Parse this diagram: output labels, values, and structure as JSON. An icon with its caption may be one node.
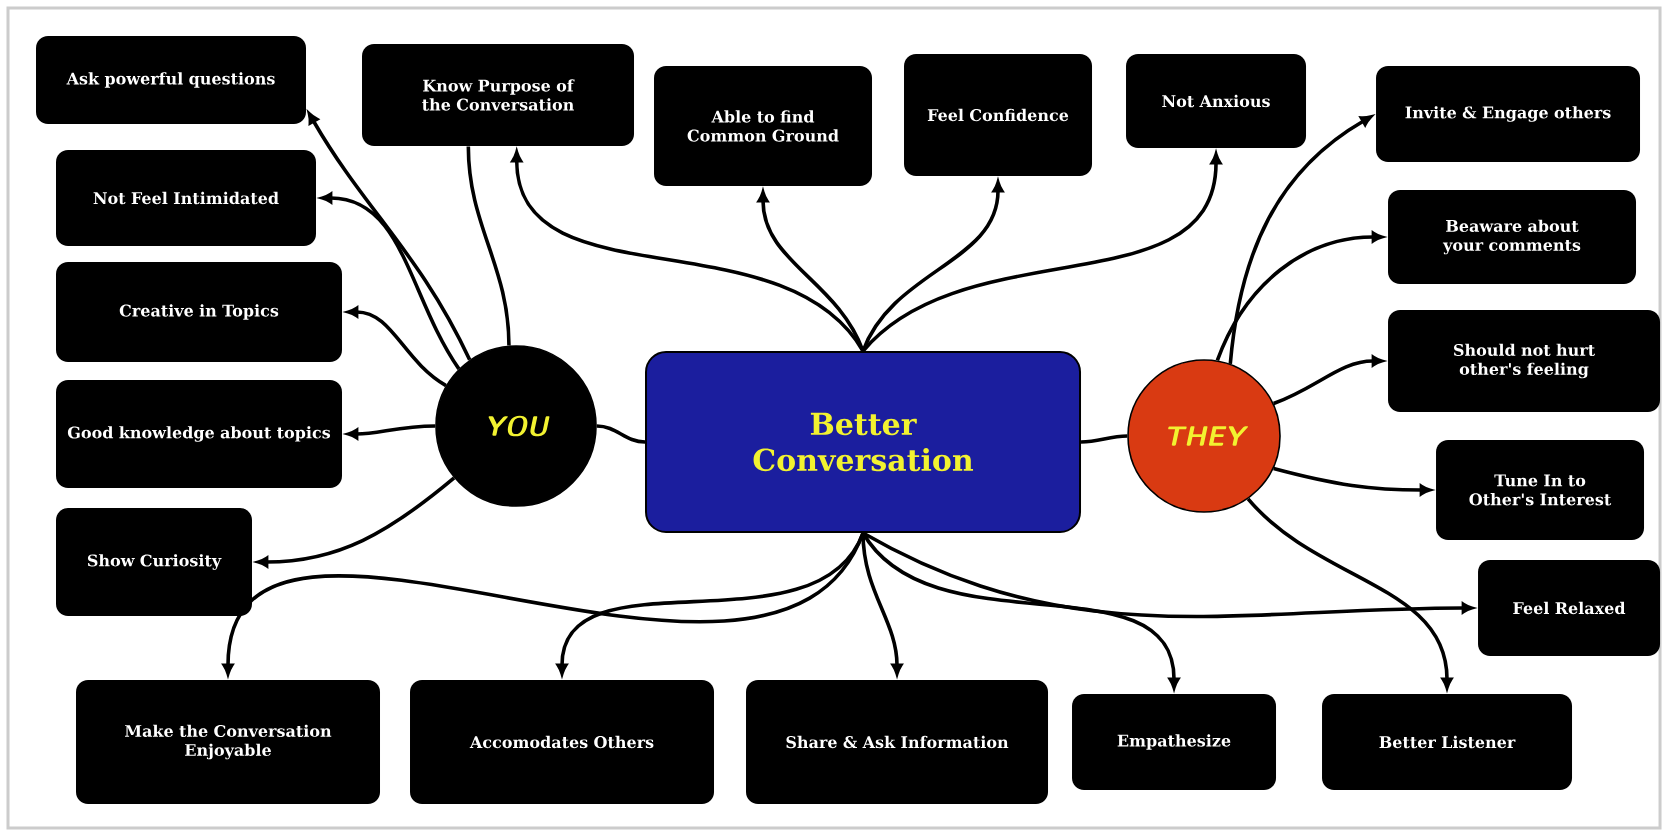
{
  "diagram": {
    "nodes": [
      {
        "text": [
          "Ask powerful questions"
        ]
      },
      {
        "text": [
          "Know Purpose of the Conversation"
        ]
      },
      {
        "text": [
          "Able to find Common Ground"
        ]
      },
      {
        "text": [
          "Feel Confidence"
        ]
      },
      {
        "text": [
          "Not Anxious"
        ]
      },
      {
        "text": [
          "Invite & Engage others"
        ]
      },
      {
        "text": [
          "Not Feel Intimidated"
        ]
      },
      {
        "text": [
          "Beaware about your comments"
        ]
      },
      {
        "text": [
          "Creative in Topics"
        ]
      },
      {
        "text": [
          "YOU"
        ]
      },
      {
        "text": [
          "Better Conversation"
        ]
      },
      {
        "text": [
          "THEY"
        ]
      },
      {
        "text": [
          "Should not hurt other's feeling"
        ]
      },
      {
        "text": [
          "Good knowledge about topics"
        ]
      },
      {
        "text": [
          "Tune In to Other's Interest"
        ]
      },
      {
        "text": [
          "Show Curiosity"
        ]
      },
      {
        "text": [
          "Feel Relaxed"
        ]
      },
      {
        "text": [
          "Make the Conversation Enjoyable"
        ]
      },
      {
        "text": [
          "Accomodates Others"
        ]
      },
      {
        "text": [
          "Share & Ask Information"
        ]
      },
      {
        "text": [
          "Empathesize"
        ]
      },
      {
        "text": [
          "Better Listener"
        ]
      }
    ],
    "edges": [
      {
        "from": 9,
        "to": 0,
        "arrow": "to"
      },
      {
        "from": 9,
        "to": 1,
        "arrow": "none"
      },
      {
        "from": 9,
        "to": 6,
        "arrow": "to"
      },
      {
        "from": 9,
        "to": 8,
        "arrow": "to"
      },
      {
        "from": 9,
        "to": 13,
        "arrow": "to"
      },
      {
        "from": 9,
        "to": 15,
        "arrow": "to"
      },
      {
        "from": 10,
        "to": 9,
        "arrow": "none"
      },
      {
        "from": 10,
        "to": 11,
        "arrow": "none"
      },
      {
        "from": 10,
        "to": 1,
        "arrow": "to"
      },
      {
        "from": 10,
        "to": 2,
        "arrow": "to"
      },
      {
        "from": 10,
        "to": 3,
        "arrow": "to"
      },
      {
        "from": 10,
        "to": 4,
        "arrow": "to"
      },
      {
        "from": 11,
        "to": 5,
        "arrow": "to"
      },
      {
        "from": 11,
        "to": 7,
        "arrow": "to"
      },
      {
        "from": 11,
        "to": 12,
        "arrow": "to"
      },
      {
        "from": 11,
        "to": 14,
        "arrow": "to"
      },
      {
        "from": 11,
        "to": 21,
        "arrow": "to"
      },
      {
        "from": 10,
        "to": 17,
        "arrow": "to"
      },
      {
        "from": 10,
        "to": 18,
        "arrow": "to"
      },
      {
        "from": 10,
        "to": 19,
        "arrow": "to"
      },
      {
        "from": 10,
        "to": 20,
        "arrow": "to"
      },
      {
        "from": 10,
        "to": 16,
        "arrow": "to"
      }
    ]
  }
}
